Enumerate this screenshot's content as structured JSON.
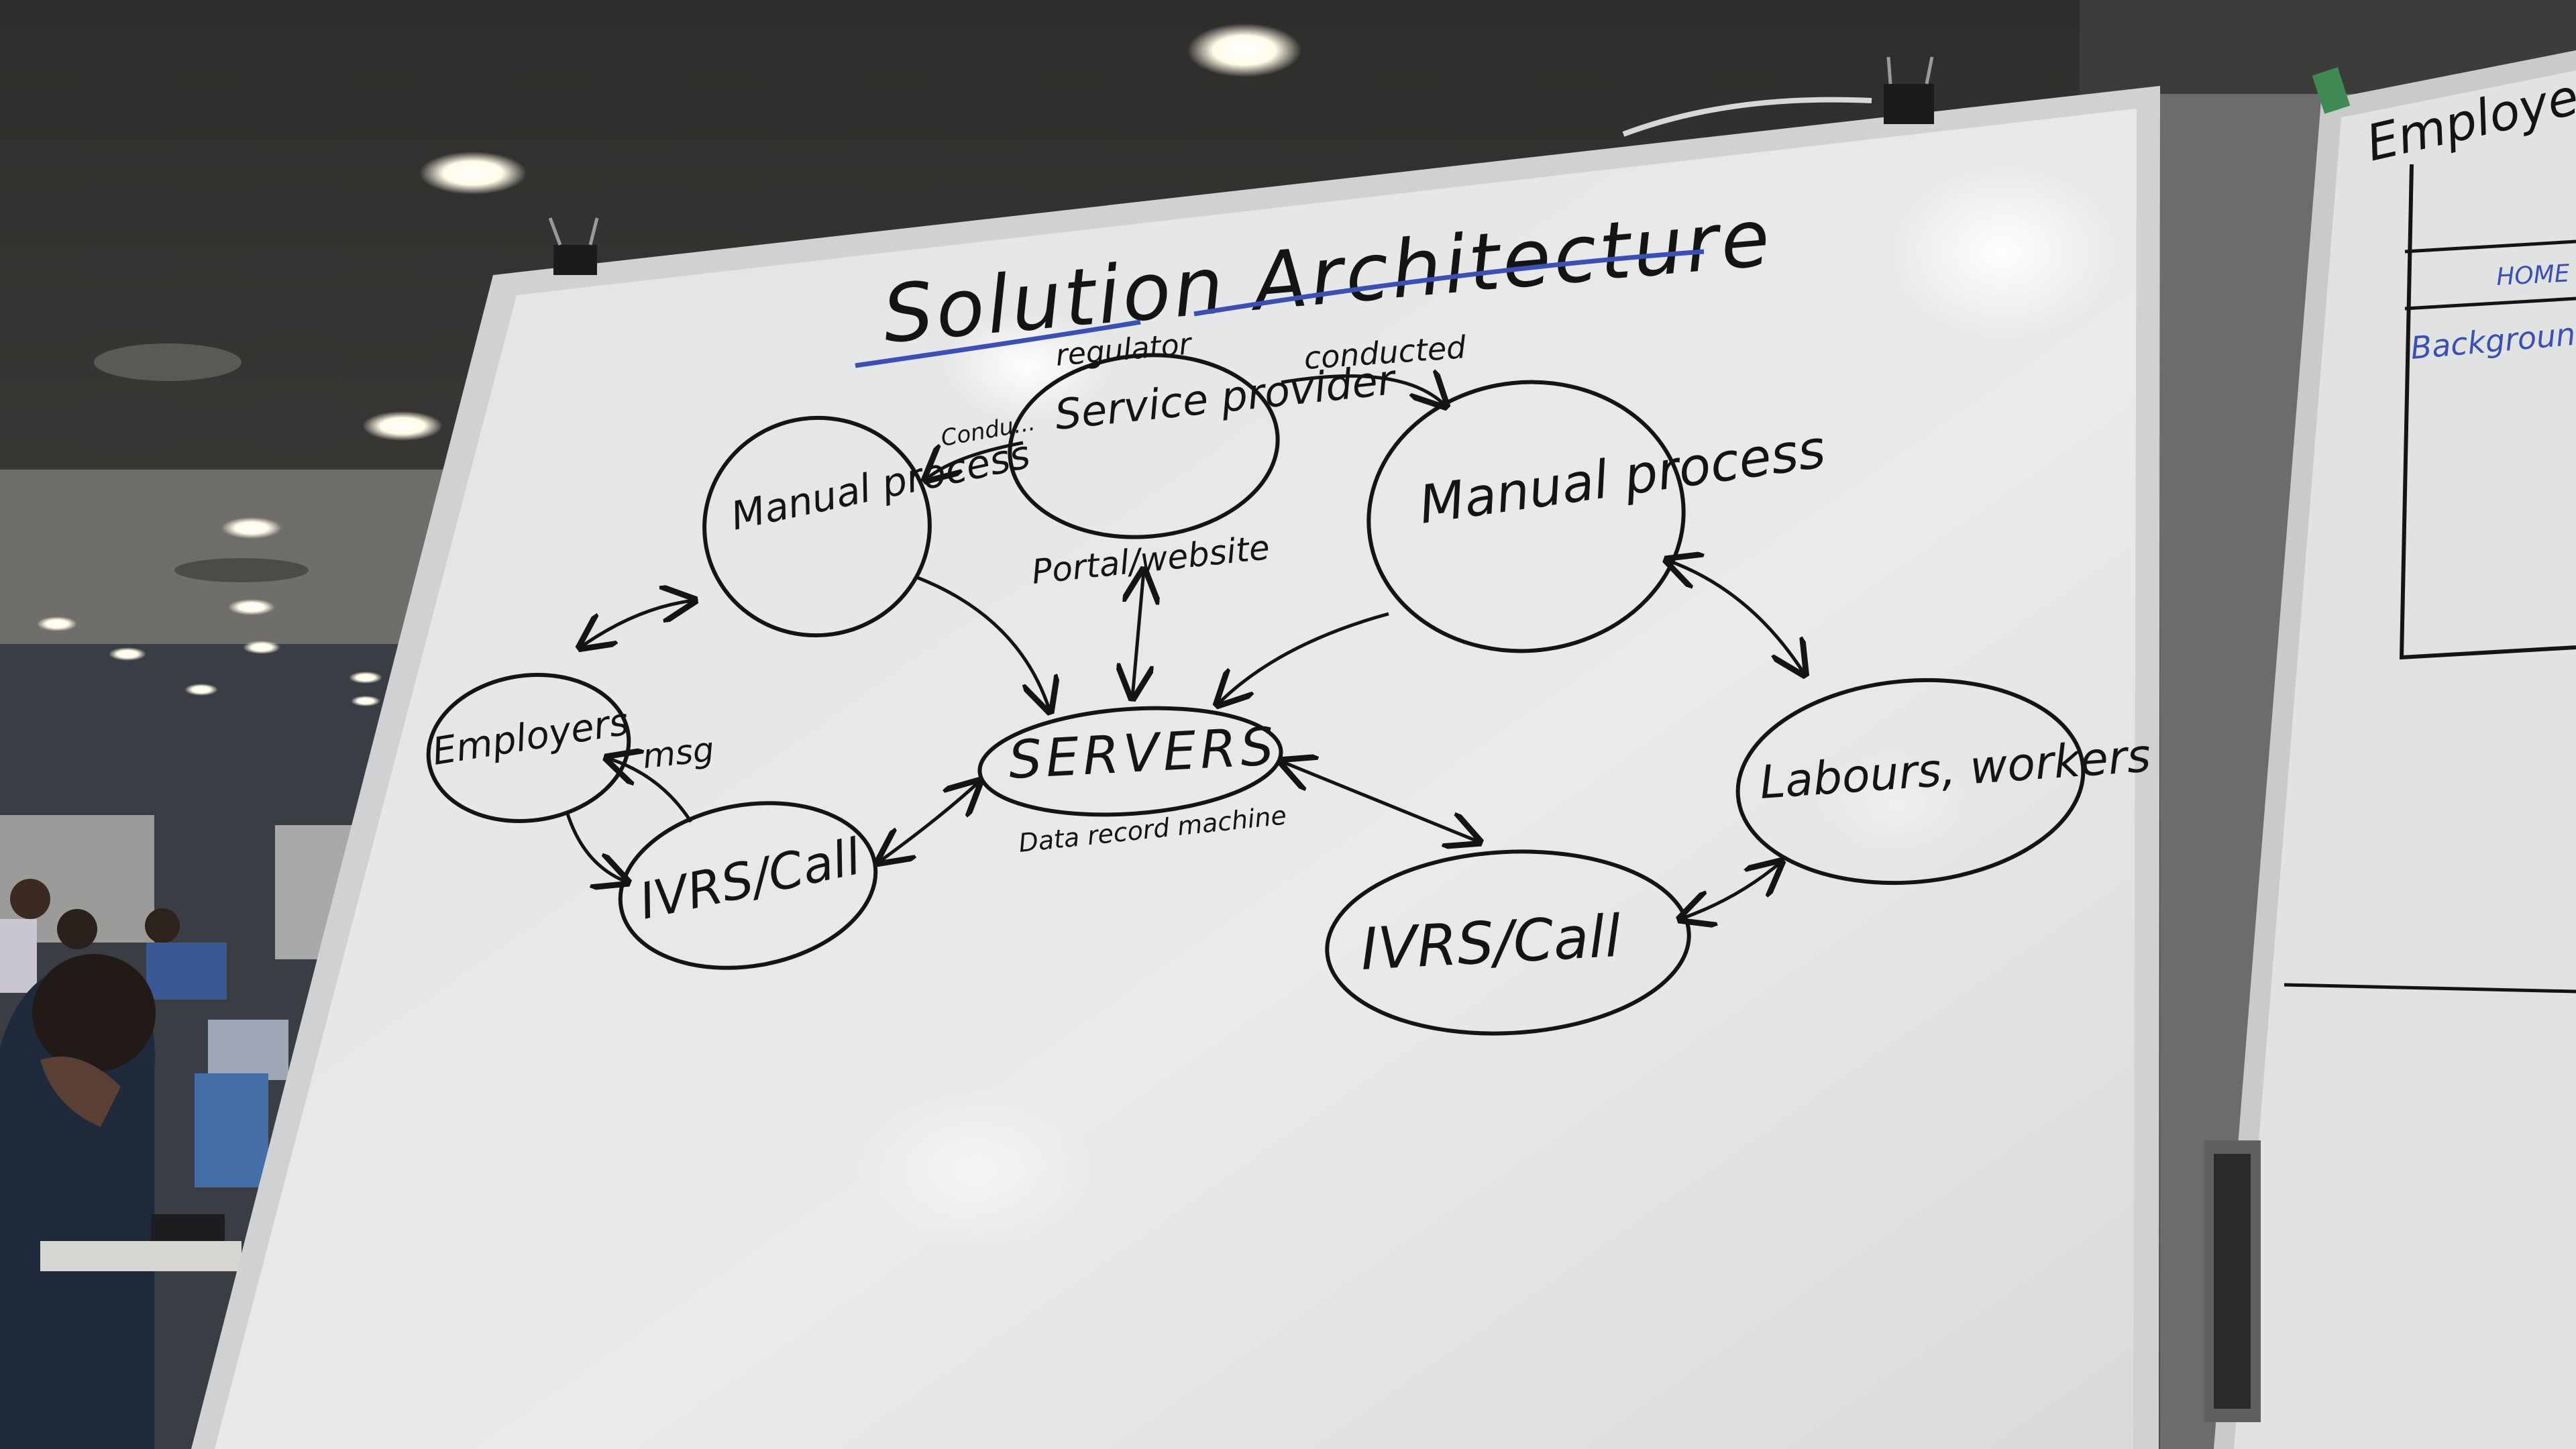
{
  "whiteboard": {
    "title": "Solution Architecture",
    "nodes": {
      "service_provider": "Service provider",
      "manual_process_left": "Manual process",
      "manual_process_right": "Manual process",
      "employers": "Employers",
      "servers": "SERVERS",
      "servers_caption": "Data record machine",
      "ivrs_left": "IVRS/Call",
      "ivrs_right": "IVRS/Call",
      "labours": "Labours, workers"
    },
    "edge_labels": {
      "regulator": "regulator",
      "conducted_right": "conducted",
      "conducted_left": "Condu...",
      "portal": "Portal/website",
      "msg": "msg"
    }
  },
  "side_board": {
    "heading": "Employer",
    "home_label": "HOME",
    "note": "Background image"
  },
  "colors": {
    "marker_black": "#141414",
    "marker_blue": "#3b4fb4",
    "board_white": "#e7e8e8"
  }
}
